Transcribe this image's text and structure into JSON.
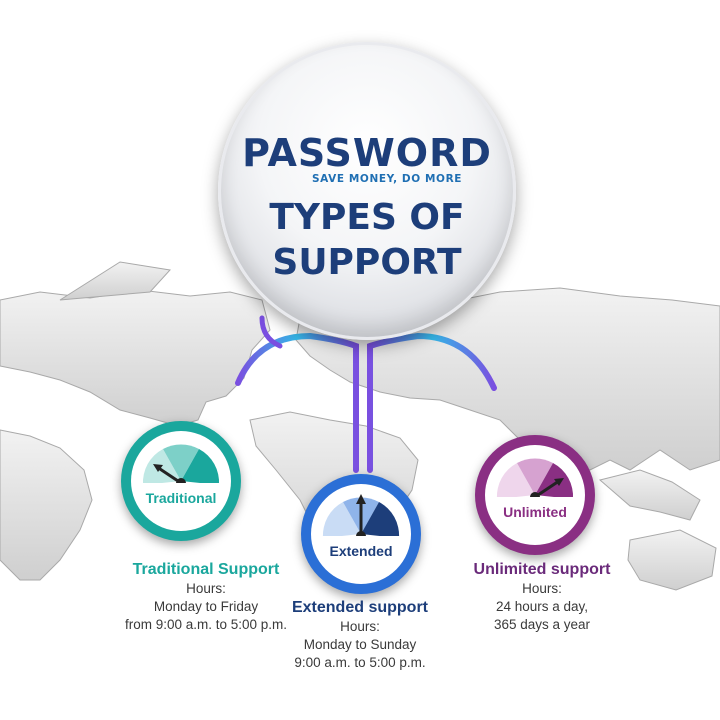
{
  "logo": {
    "brand": "PASSWORD",
    "tagline": "SAVE MONEY, DO MORE"
  },
  "title_lines": [
    "TYPES OF",
    "SUPPORT"
  ],
  "colors": {
    "navy": "#1d3e7a",
    "teal": "#1aa79d",
    "blue": "#2b6fd6",
    "purple": "#8a2f83",
    "connector_purple": "#7a4fe0",
    "connector_cyan": "#34b8e8"
  },
  "support_types": [
    {
      "badge_label": "Traditional",
      "gauge_level": 0.3,
      "title": "Traditional Support",
      "hours_label": "Hours:",
      "lines": [
        "Monday to Friday",
        "from 9:00 a.m. to 5:00 p.m."
      ]
    },
    {
      "badge_label": "Extended",
      "gauge_level": 0.5,
      "title": "Extended support",
      "hours_label": "Hours:",
      "lines": [
        "Monday to Sunday",
        "9:00 a.m. to 5:00 p.m."
      ]
    },
    {
      "badge_label": "Unlimited",
      "gauge_level": 0.72,
      "title": "Unlimited support",
      "hours_label": "Hours:",
      "lines": [
        "24 hours a day,",
        "365 days a year"
      ]
    }
  ]
}
